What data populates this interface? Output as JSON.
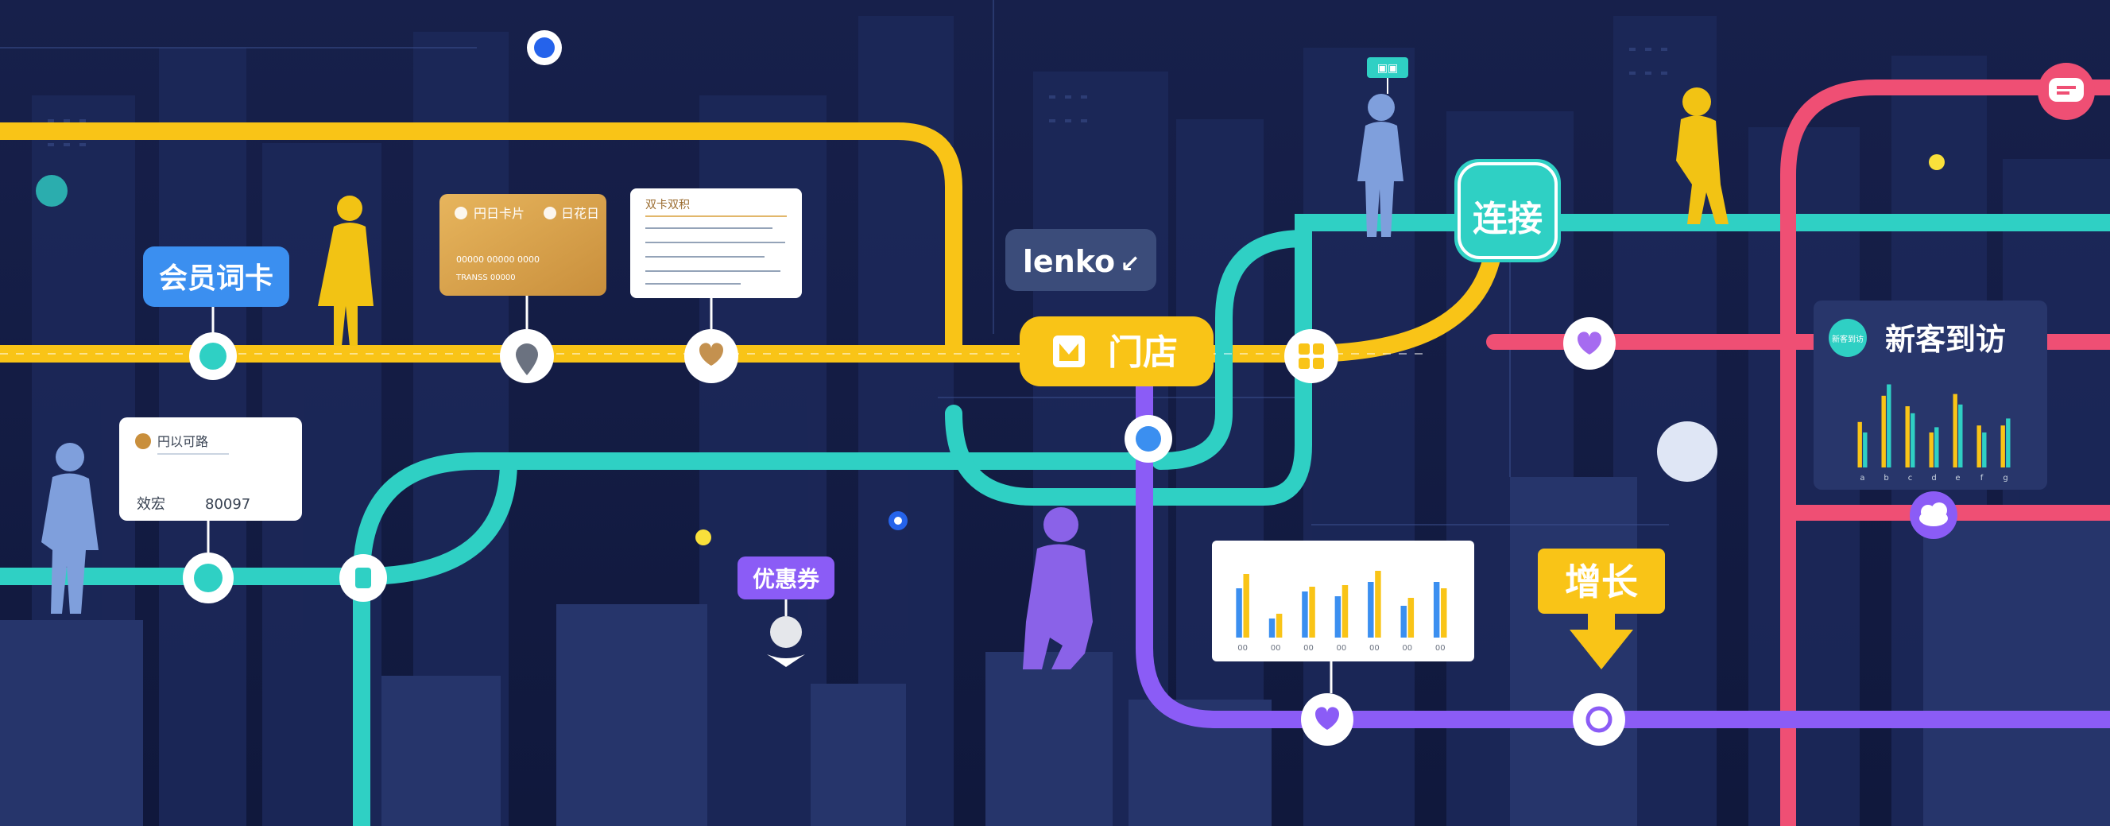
{
  "colors": {
    "background": "#141d45",
    "building": "#1e2a5c",
    "building_light": "#27366e",
    "yellow_line": "#f9c417",
    "teal_line": "#2fd0c4",
    "pink_line": "#ef4f74",
    "purple_line": "#8b5cf6",
    "blue_tag": "#3b8ff0",
    "silhouette_yellow": "#f2c314",
    "silhouette_blue": "#7f9fdc",
    "silhouette_purple": "#8a62e8"
  },
  "labels": {
    "member_card": "会员词卡",
    "store": "门店",
    "connect": "连接",
    "lenko": "lenko",
    "new_visitor": "新客到访",
    "coupon": "优惠券",
    "growth": "增长",
    "new_visitor_badge": "新客到访"
  },
  "cards": {
    "gold_card_title": "円日卡片",
    "gold_card_brand": "日花日",
    "gold_card_line1": "00000 00000 0000",
    "gold_card_line2": "TRANSS 00000",
    "receipt_title": "双卡双积",
    "white_card_brand": "円以可路",
    "white_card_bottom_left": "效宏",
    "white_card_bottom_right": "80097"
  },
  "chart_small": {
    "categories": [
      "00",
      "00",
      "00",
      "00",
      "00",
      "00",
      "00"
    ],
    "series_blue": [
      62,
      24,
      58,
      52,
      70,
      40,
      70
    ],
    "series_yellow": [
      80,
      30,
      64,
      66,
      84,
      50,
      62
    ]
  },
  "chart_new_visitor": {
    "categories": [
      "a",
      "b",
      "c",
      "d",
      "e",
      "f",
      "g"
    ],
    "series_yellow": [
      40,
      95,
      62,
      46,
      72,
      40,
      56
    ],
    "series_blue": [
      52,
      82,
      70,
      40,
      84,
      48,
      48
    ]
  },
  "icons": {
    "heart": "heart-icon",
    "location": "location-pin-icon",
    "chat": "chat-bubble-icon",
    "cloud": "cloud-icon",
    "grid": "grid-icon",
    "card": "card-icon"
  }
}
